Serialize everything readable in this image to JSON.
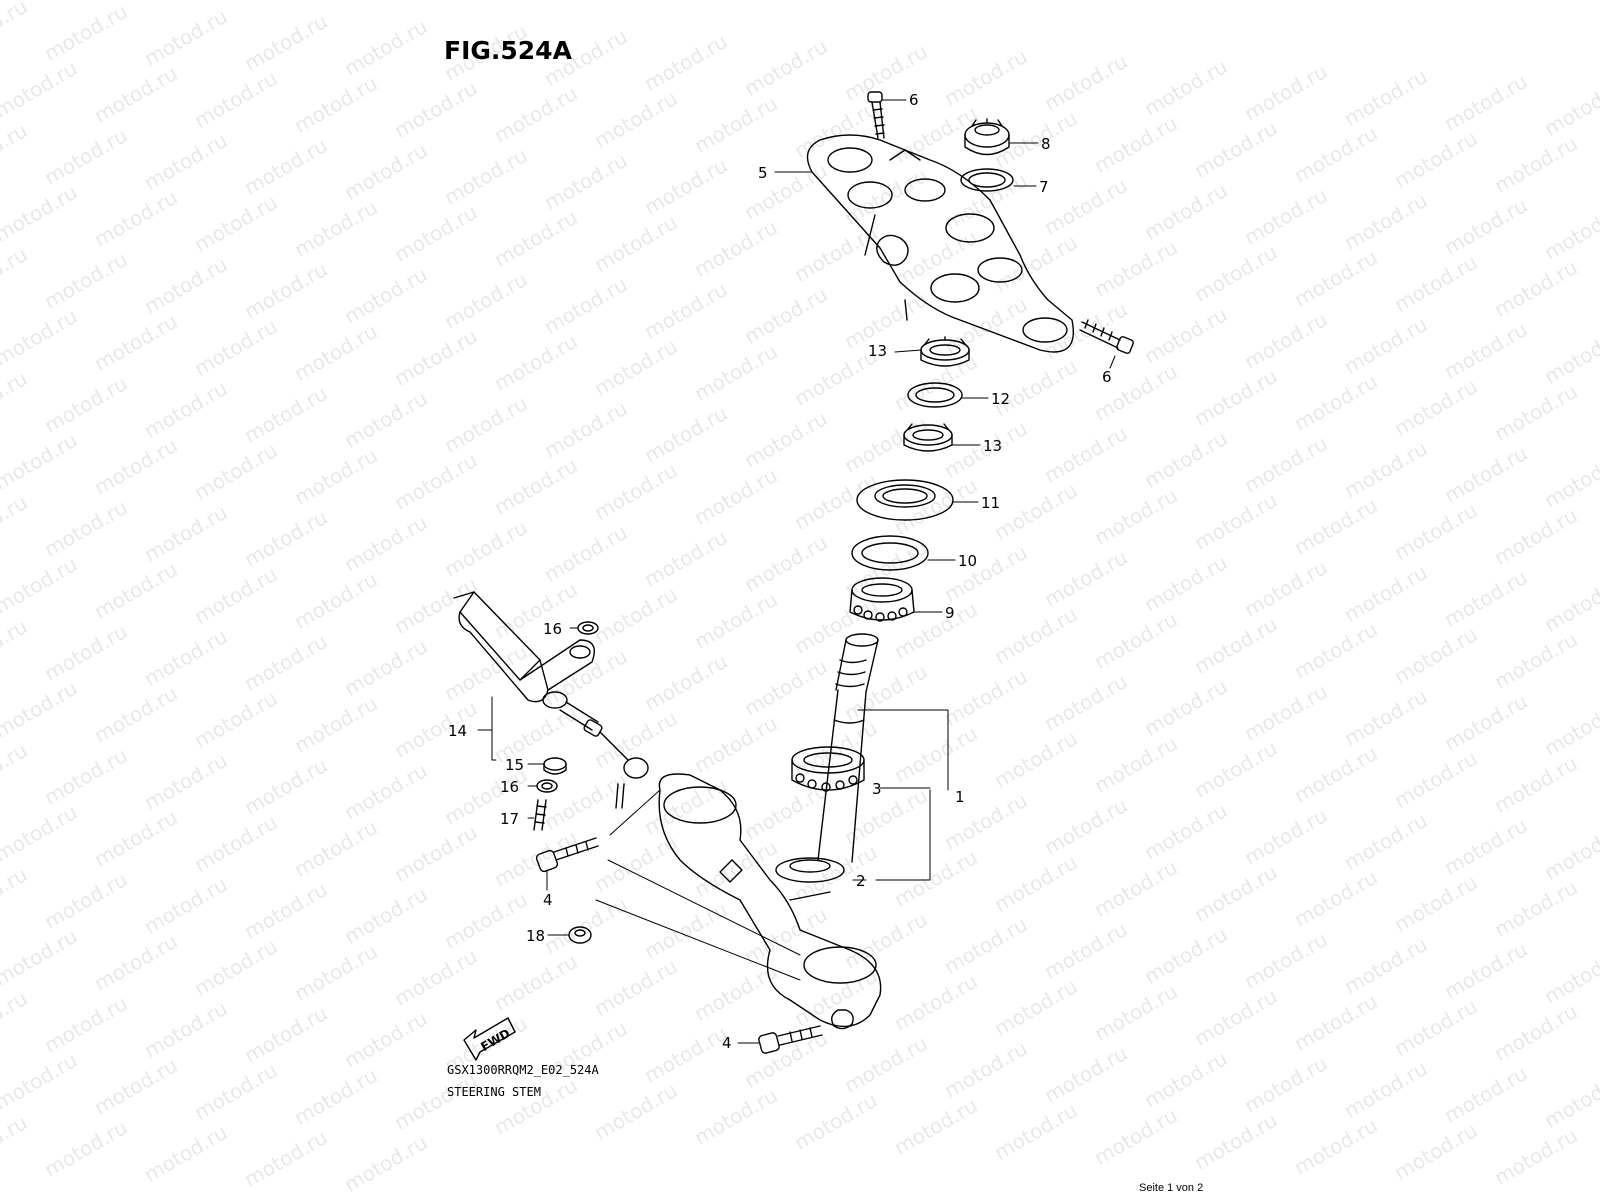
{
  "figure": {
    "title": "FIG.524A",
    "model_code": "GSX1300RRQM2_E02_524A",
    "caption": "STEERING STEM",
    "page_footer": "Seite 1 von 2"
  },
  "watermark": {
    "text": "motod.ru"
  },
  "direction_marker": {
    "label": "FWD"
  },
  "callouts": [
    "6",
    "8",
    "5",
    "7",
    "13",
    "6",
    "12",
    "13",
    "11",
    "10",
    "9",
    "16",
    "14",
    "15",
    "3",
    "1",
    "16",
    "17",
    "2",
    "4",
    "18",
    "4"
  ],
  "colors": {
    "line": "#000000",
    "watermark": "#e8e8e8",
    "background": "#ffffff"
  }
}
